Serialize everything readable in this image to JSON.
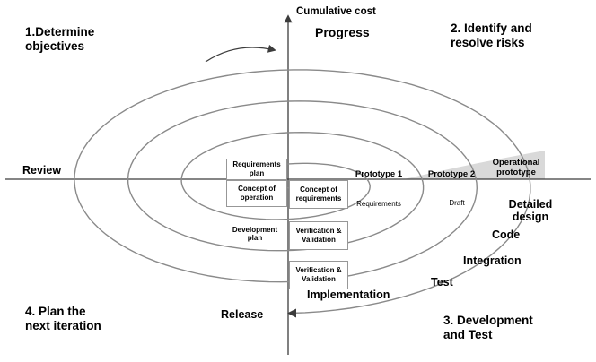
{
  "colors": {
    "axis": "#3c3c3c",
    "spiral": "#8a8a8a",
    "wedge": "#d9d9d9",
    "arrow": "#3c3c3c"
  },
  "axes": {
    "cumulative_cost": "Cumulative cost",
    "progress": "Progress",
    "review": "Review",
    "release": "Release"
  },
  "quadrants": {
    "q1": "1.Determine\nobjectives",
    "q2": "2. Identify and\nresolve risks",
    "q3": "3. Development\nand Test",
    "q4": "4. Plan the\nnext iteration"
  },
  "spiral_labels": {
    "requirements_plan": "Requirements plan",
    "concept_of_operation": "Concept of operation",
    "concept_of_requirements": "Concept of requirements",
    "prototype_1": "Prototype 1",
    "prototype_2": "Prototype 2",
    "operational_prototype": "Operational prototype",
    "requirements": "Requirements",
    "draft": "Draft",
    "detailed_design": "Detailed design",
    "code": "Code",
    "integration": "Integration",
    "test": "Test",
    "implementation": "Implementation",
    "development_plan": "Development plan",
    "verification_validation_1": "Verification & Validation",
    "verification_validation_2": "Verification & Validation"
  }
}
